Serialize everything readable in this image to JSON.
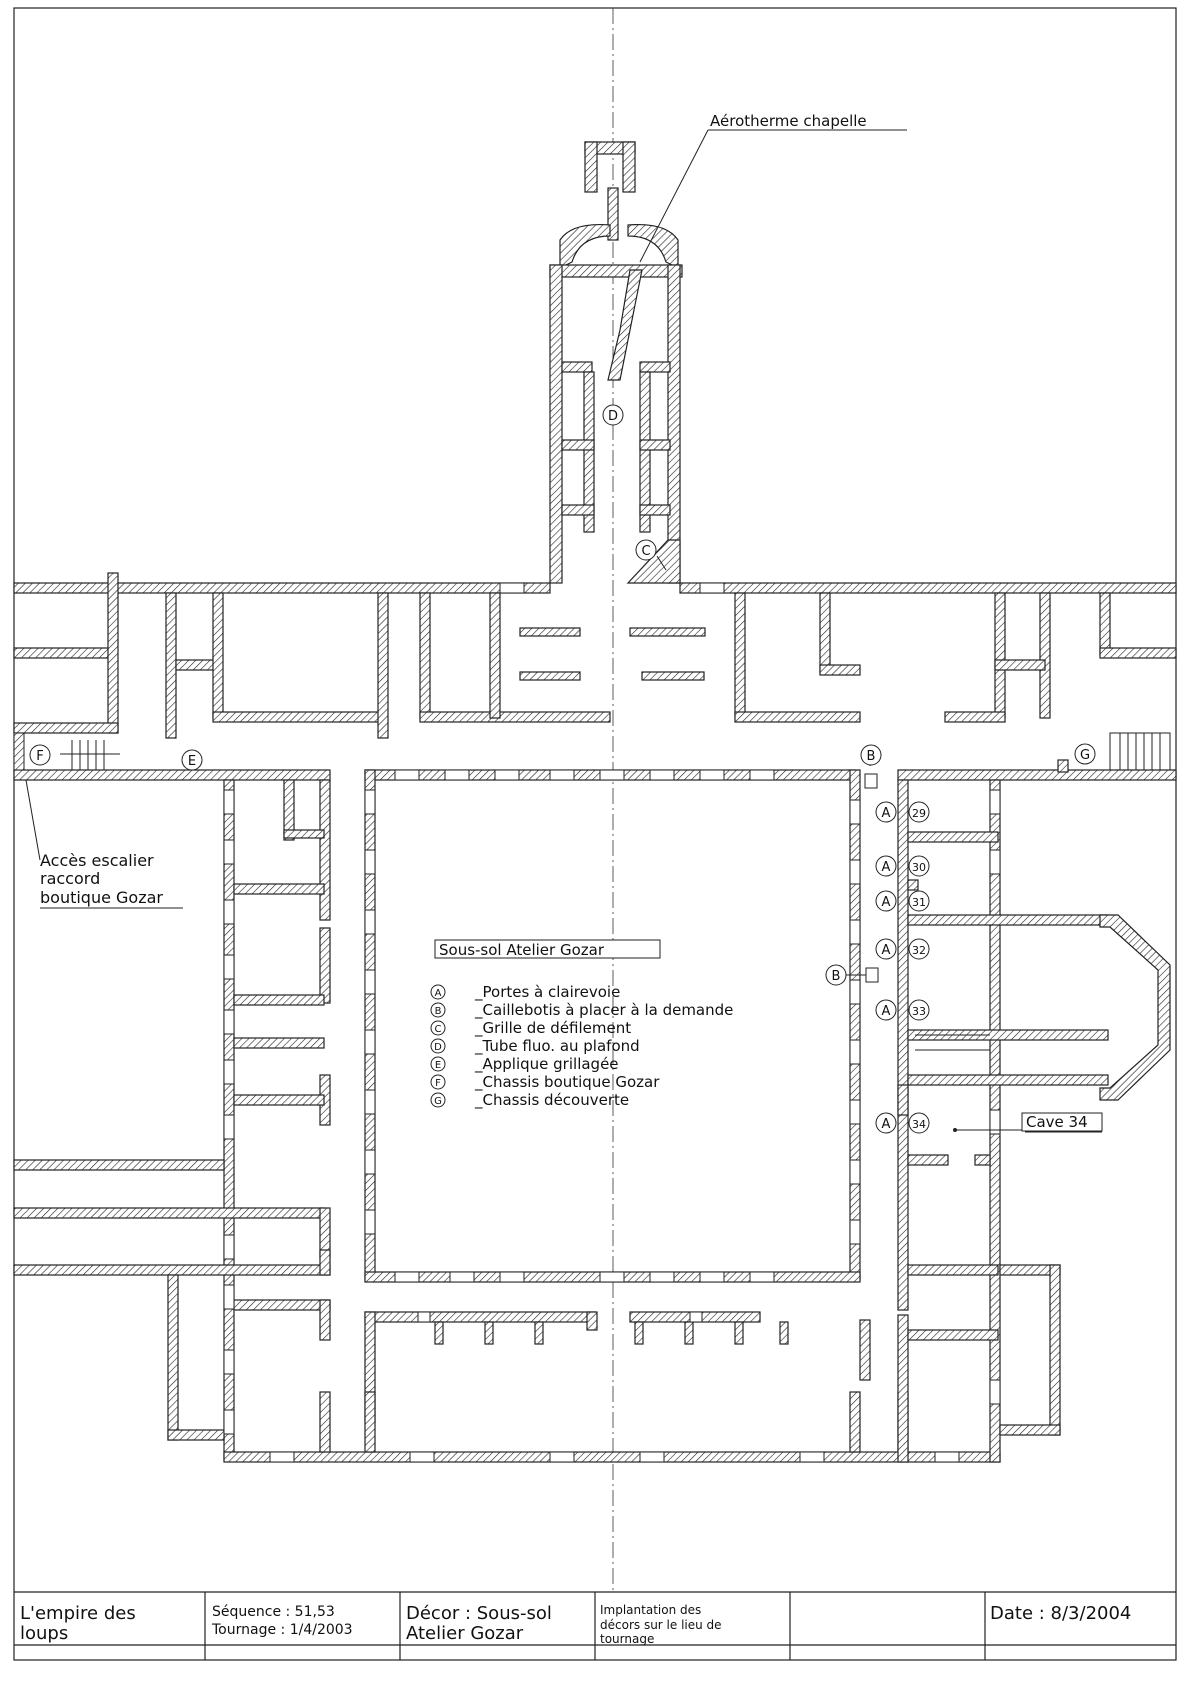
{
  "labels": {
    "aerotherme": "Aérotherme chapelle",
    "acces_line1": "Accès escalier",
    "acces_line2": "raccord",
    "acces_line3": "boutique Gozar",
    "plan_title": "Sous-sol Atelier Gozar",
    "cave": "Cave 34"
  },
  "legend": [
    {
      "letter": "A",
      "text": "_Portes à clairevoie"
    },
    {
      "letter": "B",
      "text": "_Caillebotis à placer à la demande"
    },
    {
      "letter": "C",
      "text": "_Grille de défilement"
    },
    {
      "letter": "D",
      "text": "_Tube fluo. au plafond"
    },
    {
      "letter": "E",
      "text": "_Applique grillagée"
    },
    {
      "letter": "F",
      "text": "_Chassis boutique Gozar"
    },
    {
      "letter": "G",
      "text": "_Chassis découverte"
    }
  ],
  "markers": {
    "A": "A",
    "B": "B",
    "C": "C",
    "D": "D",
    "E": "E",
    "F": "F",
    "G": "G",
    "n29": "29",
    "n30": "30",
    "n31": "31",
    "n32": "32",
    "n33": "33",
    "n34": "34"
  },
  "title_block": {
    "film_line1": "L'empire des",
    "film_line2": "loups",
    "sequence": "Séquence : 51,53",
    "tournage": "Tournage : 1/4/2003",
    "decor_line1": "Décor : Sous-sol",
    "decor_line2": "Atelier Gozar",
    "implant_line1": "Implantation des",
    "implant_line2": "décors sur le lieu de",
    "implant_line3": "tournage",
    "date": "Date : 8/3/2004"
  }
}
